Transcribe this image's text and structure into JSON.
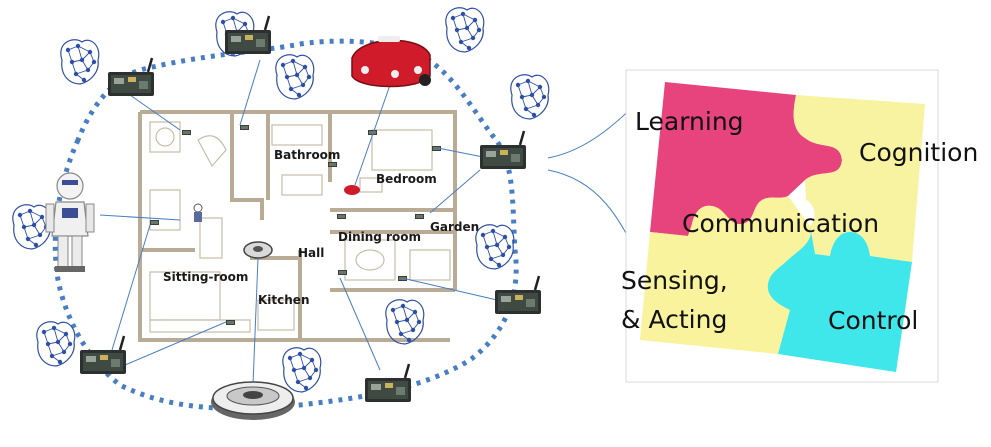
{
  "floorplan": {
    "rooms": {
      "bathroom": "Bathroom",
      "bedroom": "Bedroom",
      "dining_room": "Dining room",
      "garden": "Garden",
      "hall": "Hall",
      "sitting_room": "Sitting-room",
      "kitchen": "Kitchen"
    }
  },
  "puzzle": {
    "labels": {
      "learning": "Learning",
      "cognition": "Cognition",
      "communication": "Communication",
      "sensing_line1": "Sensing,",
      "sensing_line2": "& Acting",
      "control": "Control"
    },
    "colors": {
      "learning": "#e7437c",
      "cognition": "#f7f3a1",
      "sensing": "#f8f39c",
      "control": "#3fe6ea"
    }
  },
  "network": {
    "link_color": "#4a7ec2",
    "edge_color": "#2f4fa6"
  }
}
